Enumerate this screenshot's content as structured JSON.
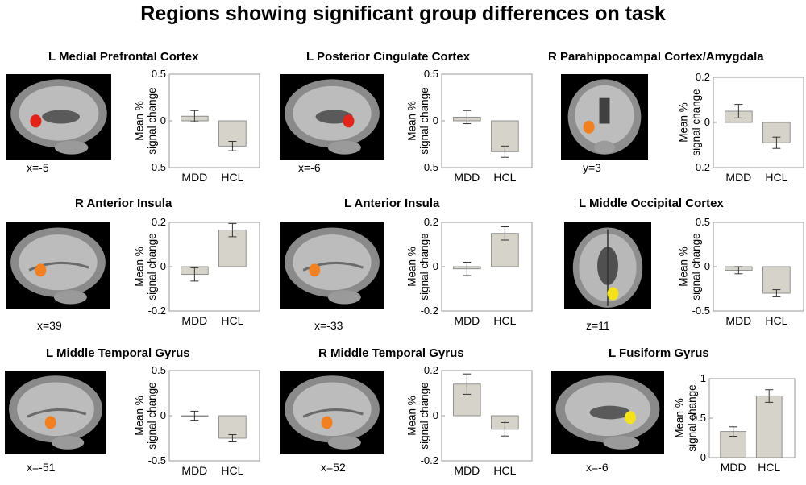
{
  "title": "Regions showing significant group differences on task",
  "colors": {
    "bar_mdd": "#d6d3cb",
    "bar_hcl": "#d6d3cb",
    "bar_mdd_alt": "#d0d0d0",
    "bar_hcl_alt": "#d0d0d0",
    "axis": "#808080",
    "activation_red": "#e2231a",
    "activation_orange": "#f08020",
    "activation_yellow": "#f4e21c"
  },
  "panels": [
    {
      "region": "L Medial Prefrontal Cortex",
      "coord": "x=-5",
      "view": "sagittal",
      "blob_color": "red"
    },
    {
      "region": "L Posterior Cingulate Cortex",
      "coord": "x=-6",
      "view": "sagittal",
      "blob_color": "red"
    },
    {
      "region": "R Parahippocampal Cortex/Amygdala",
      "coord": "y=3",
      "view": "coronal",
      "blob_color": "orange"
    },
    {
      "region": "R Anterior Insula",
      "coord": "x=39",
      "view": "sagittal-lateral",
      "blob_color": "orange"
    },
    {
      "region": "L Anterior Insula",
      "coord": "x=-33",
      "view": "sagittal-lateral",
      "blob_color": "orange"
    },
    {
      "region": "L Middle Occipital Cortex",
      "coord": "z=11",
      "view": "axial",
      "blob_color": "yellow"
    },
    {
      "region": "L Middle Temporal Gyrus",
      "coord": "x=-51",
      "view": "sagittal-lateral",
      "blob_color": "orange"
    },
    {
      "region": "R Middle Temporal Gyrus",
      "coord": "x=52",
      "view": "sagittal-lateral",
      "blob_color": "orange"
    },
    {
      "region": "L Fusiform Gyrus",
      "coord": "x=-6",
      "view": "sagittal",
      "blob_color": "yellow"
    }
  ],
  "chart_data": [
    {
      "type": "bar",
      "ylabel": "Mean % signal change",
      "categories": [
        "MDD",
        "HCL"
      ],
      "values": [
        0.05,
        -0.27
      ],
      "errors": [
        0.06,
        0.05
      ],
      "ylim": [
        -0.5,
        0.5
      ],
      "yticks": [
        "-0.5",
        "0",
        "0.5"
      ]
    },
    {
      "type": "bar",
      "ylabel": "Mean % signal change",
      "categories": [
        "MDD",
        "HCL"
      ],
      "values": [
        0.04,
        -0.33
      ],
      "errors": [
        0.07,
        0.06
      ],
      "ylim": [
        -0.5,
        0.5
      ],
      "yticks": [
        "-0.5",
        "0",
        "0.5"
      ]
    },
    {
      "type": "bar",
      "ylabel": "Mean % signal change",
      "categories": [
        "MDD",
        "HCL"
      ],
      "values": [
        0.05,
        -0.09
      ],
      "errors": [
        0.03,
        0.025
      ],
      "ylim": [
        -0.2,
        0.2
      ],
      "yticks": [
        "-0.2",
        "0",
        "0.2"
      ]
    },
    {
      "type": "bar",
      "ylabel": "Mean % signal change",
      "categories": [
        "MDD",
        "HCL"
      ],
      "values": [
        -0.035,
        0.165
      ],
      "errors": [
        0.03,
        0.03
      ],
      "ylim": [
        -0.2,
        0.2
      ],
      "yticks": [
        "-0.2",
        "0",
        "0.2"
      ]
    },
    {
      "type": "bar",
      "ylabel": "Mean % signal change",
      "categories": [
        "MDD",
        "HCL"
      ],
      "values": [
        -0.01,
        0.15
      ],
      "errors": [
        0.03,
        0.03
      ],
      "ylim": [
        -0.2,
        0.2
      ],
      "yticks": [
        "-0.2",
        "0",
        "0.2"
      ]
    },
    {
      "type": "bar",
      "ylabel": "Mean % signal change",
      "categories": [
        "MDD",
        "HCL"
      ],
      "values": [
        -0.04,
        -0.3
      ],
      "errors": [
        0.04,
        0.04
      ],
      "ylim": [
        -0.5,
        0.5
      ],
      "yticks": [
        "-0.5",
        "0",
        "0.5"
      ]
    },
    {
      "type": "bar",
      "ylabel": "Mean % signal change",
      "categories": [
        "MDD",
        "HCL"
      ],
      "values": [
        0.0,
        -0.25
      ],
      "errors": [
        0.05,
        0.04
      ],
      "ylim": [
        -0.5,
        0.5
      ],
      "yticks": [
        "-0.5",
        "0",
        "0.5"
      ]
    },
    {
      "type": "bar",
      "ylabel": "Mean % signal change",
      "categories": [
        "MDD",
        "HCL"
      ],
      "values": [
        0.14,
        -0.06
      ],
      "errors": [
        0.045,
        0.03
      ],
      "ylim": [
        -0.2,
        0.2
      ],
      "yticks": [
        "-0.2",
        "0",
        "0.2"
      ]
    },
    {
      "type": "bar",
      "ylabel": "Mean % signal change",
      "categories": [
        "MDD",
        "HCL"
      ],
      "values": [
        0.33,
        0.78
      ],
      "errors": [
        0.06,
        0.08
      ],
      "ylim": [
        0,
        1
      ],
      "yticks": [
        "0",
        "0.5",
        "1"
      ]
    }
  ]
}
